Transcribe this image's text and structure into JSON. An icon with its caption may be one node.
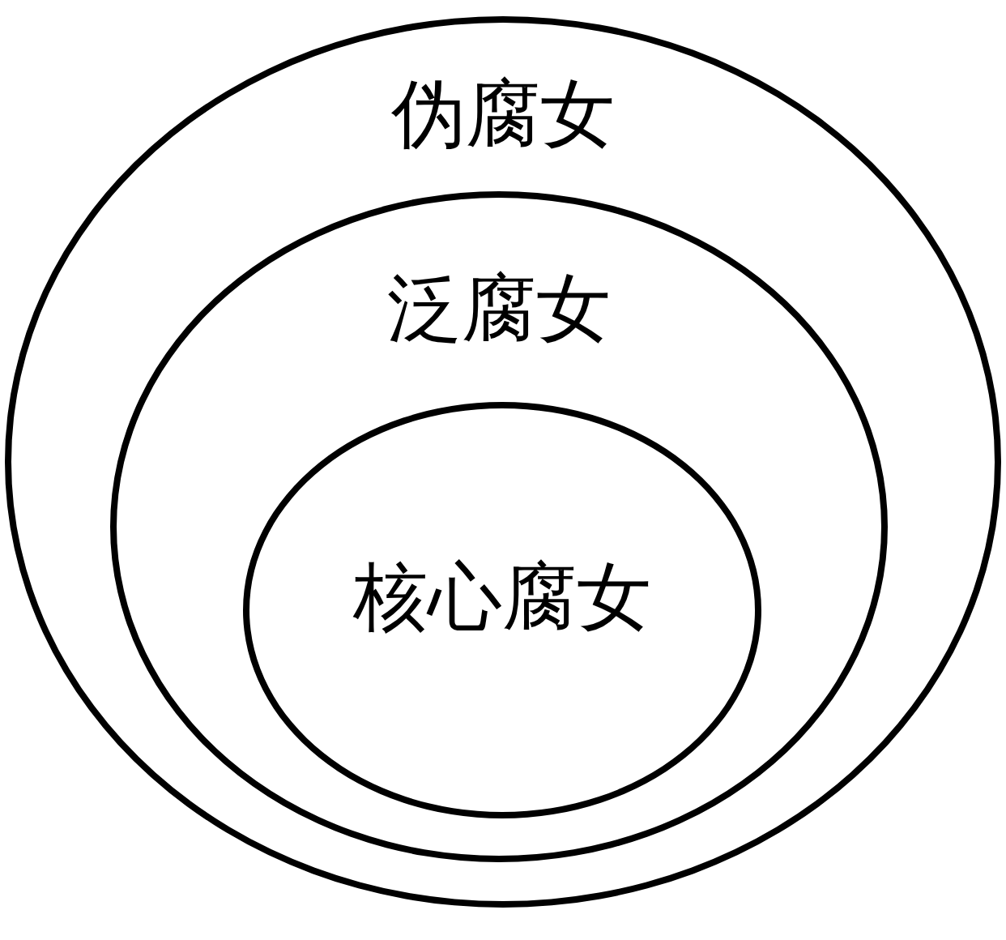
{
  "diagram": {
    "nodes": [
      {
        "text": [
          "伪腐女"
        ]
      },
      {
        "text": [
          "泛腐女"
        ],
        "in": 0
      },
      {
        "text": [
          "核心腐女"
        ],
        "in": 1
      }
    ]
  }
}
